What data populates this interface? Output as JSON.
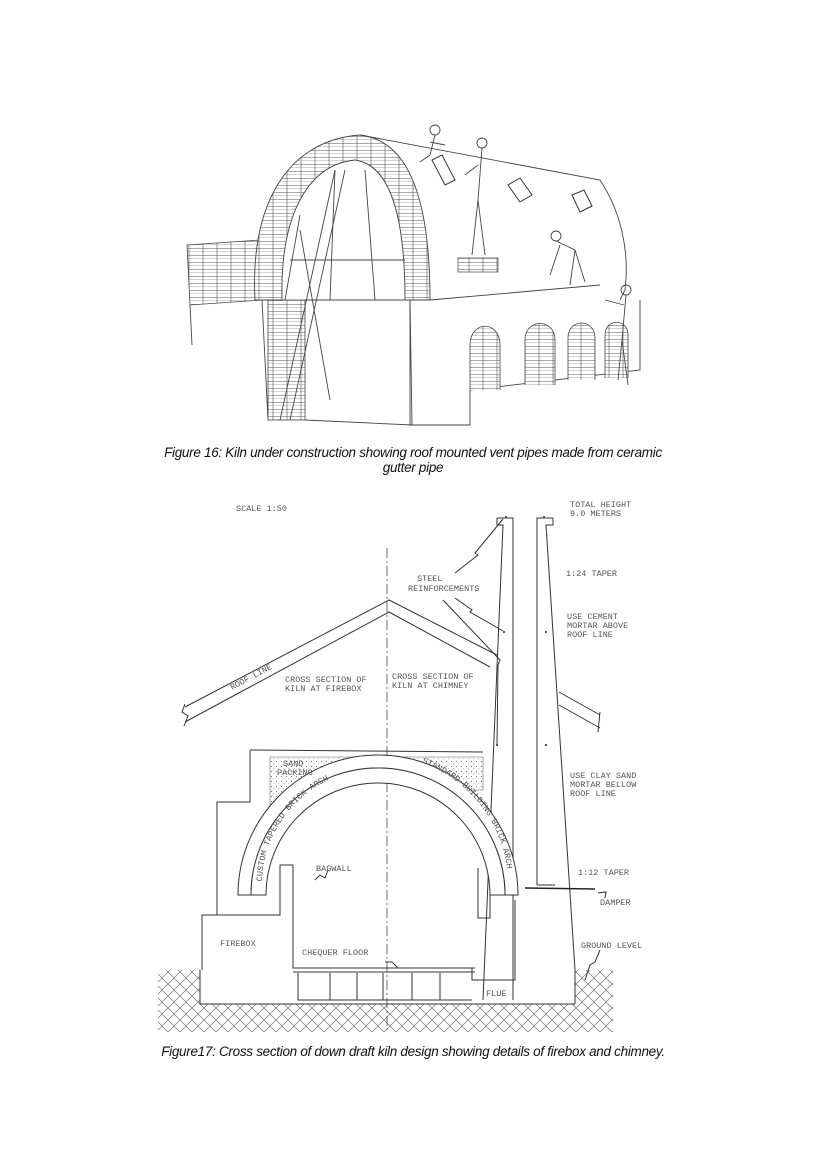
{
  "figure16": {
    "caption_line1": "Figure 16: Kiln under construction showing roof mounted vent pipes made from ceramic",
    "caption_line2": "gutter pipe"
  },
  "figure17": {
    "caption": "Figure17: Cross section of down draft kiln design showing details of firebox and chimney.",
    "labels": {
      "scale": "SCALE 1:50",
      "total_height_1": "TOTAL HEIGHT",
      "total_height_2": "9.0 METERS",
      "taper_top": "1:24 TAPER",
      "steel_1": "STEEL",
      "steel_2": "REINFORCEMENTS",
      "cement_1": "USE CEMENT",
      "cement_2": "MORTAR ABOVE",
      "cement_3": "ROOF LINE",
      "roof_line": "ROOF LINE",
      "firebox_section_1": "CROSS SECTION OF",
      "firebox_section_2": "KILN AT FIREBOX",
      "chimney_section_1": "CROSS SECTION OF",
      "chimney_section_2": "KILN AT CHIMNEY",
      "sand_1": "SAND",
      "sand_2": "PACKING",
      "standard_arch": "STANDARD BUILDING BRICK ARCH",
      "custom_arch": "CUSTOM TAPERED BRICK ARCH",
      "clay_1": "USE CLAY SAND",
      "clay_2": "MORTAR BELLOW",
      "clay_3": "ROOF LINE",
      "bagwall": "BAGWALL",
      "taper_bottom": "1:12 TAPER",
      "damper": "DAMPER",
      "firebox": "FIREBOX",
      "chequer_floor": "CHEQUER FLOOR",
      "ground_level": "GROUND LEVEL",
      "flue": "FLUE"
    }
  }
}
